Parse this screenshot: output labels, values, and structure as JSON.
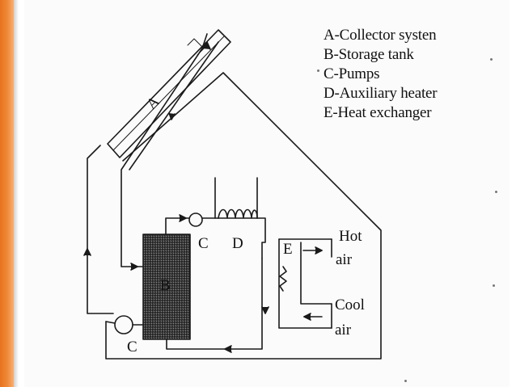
{
  "legend": {
    "items": [
      "A-Collector systen",
      "B-Storage tank",
      "C-Pumps",
      "D-Auxiliary heater",
      "E-Heat exchanger"
    ]
  },
  "labels": {
    "collector": "A",
    "tank": "B",
    "pump_top": "C",
    "pump_bottom": "C",
    "heater": "D",
    "exchanger": "E",
    "hot": "Hot",
    "hot_air": "air",
    "cool": "Cool",
    "cool_air": "air"
  }
}
